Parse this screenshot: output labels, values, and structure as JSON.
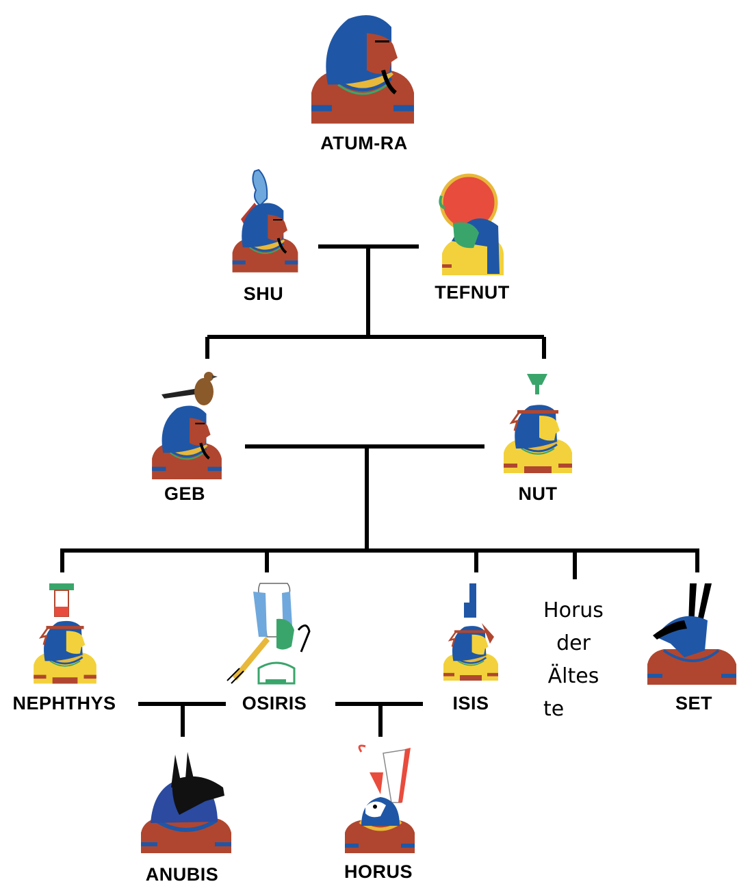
{
  "colors": {
    "line": "#000000",
    "wig_blue": "#1f57a6",
    "skin_red": "#b0462f",
    "skin_yellow": "#f2d13c",
    "goddess_green": "#3aa56b",
    "collar_gold": "#e8b83a",
    "sun_red": "#e84c3d",
    "anubis_black": "#111111"
  },
  "deities": {
    "atum": {
      "name": "ATUM-RA",
      "icon": "atum-ra-portrait"
    },
    "shu": {
      "name": "SHU",
      "icon": "shu-portrait"
    },
    "tefnut": {
      "name": "TEFNUT",
      "icon": "tefnut-portrait"
    },
    "geb": {
      "name": "GEB",
      "icon": "geb-portrait"
    },
    "nut": {
      "name": "NUT",
      "icon": "nut-portrait"
    },
    "nephthys": {
      "name": "NEPHTHYS",
      "icon": "nephthys-portrait"
    },
    "osiris": {
      "name": "OSIRIS",
      "icon": "osiris-portrait"
    },
    "isis": {
      "name": "ISIS",
      "icon": "isis-portrait"
    },
    "set": {
      "name": "SET",
      "icon": "set-portrait"
    },
    "anubis": {
      "name": "ANUBIS",
      "icon": "anubis-portrait"
    },
    "horus": {
      "name": "HORUS",
      "icon": "horus-portrait"
    }
  },
  "horus_elder": {
    "lines": [
      "Horus",
      "der",
      "Ältes",
      "te"
    ]
  }
}
